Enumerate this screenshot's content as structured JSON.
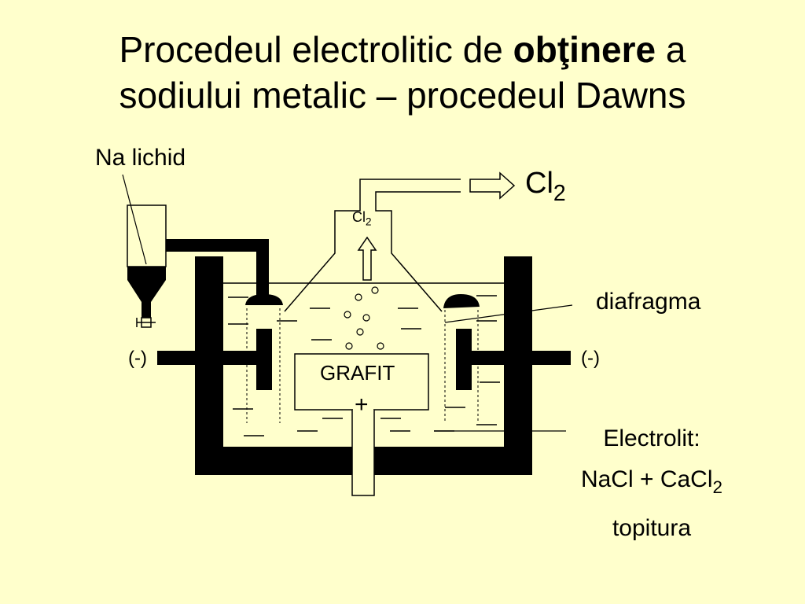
{
  "title": {
    "line1_before": "Procedeul electrolitic de ",
    "line1_bold": "obţinere",
    "line1_after": " a",
    "line2": "sodiului metalic – procedeul Dawns"
  },
  "labels": {
    "na_lichid": "Na lichid",
    "cl2_main": "Cl",
    "cl2_main_sub": "2",
    "cl2_small": "Cl",
    "cl2_small_sub": "2",
    "diafragma": "diafragma",
    "minus_left": "(-)",
    "minus_right": "(-)",
    "grafit": "GRAFIT",
    "plus": "+",
    "electrolit_line1": "Electrolit:",
    "electrolit_line2": "NaCl + CaCl",
    "electrolit_line2_sub": "2",
    "electrolit_line3": "topitura"
  },
  "colors": {
    "background": "#ffffcc",
    "ink": "#000000"
  }
}
